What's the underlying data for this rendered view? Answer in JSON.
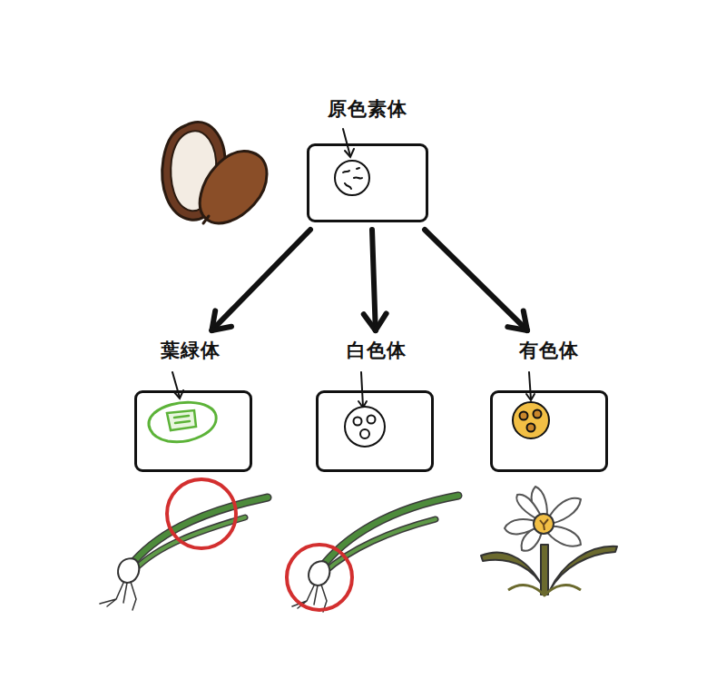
{
  "diagram": {
    "nodes": [
      {
        "text": [
          "原色素体"
        ]
      },
      {
        "text": [
          "葉緑体"
        ]
      },
      {
        "text": [
          "白色体"
        ]
      },
      {
        "text": [
          "有色体"
        ]
      }
    ],
    "edges": [
      {
        "from": 0,
        "to": 1,
        "arrow": "to"
      },
      {
        "from": 0,
        "to": 2,
        "arrow": "to"
      },
      {
        "from": 0,
        "to": 3,
        "arrow": "to"
      }
    ]
  }
}
